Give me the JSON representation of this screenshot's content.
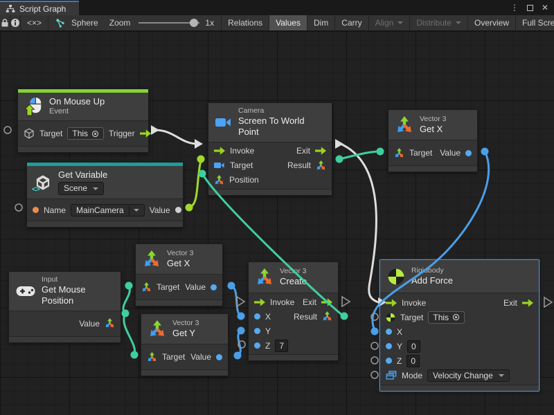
{
  "window": {
    "tab": "Script Graph"
  },
  "toolbar": {
    "inspector_glyph": "<×>",
    "sphere": "Sphere",
    "zoom": "Zoom",
    "zoom_level": "1x",
    "relations": "Relations",
    "values": "Values",
    "dim": "Dim",
    "carry": "Carry",
    "align": "Align",
    "distribute": "Distribute",
    "overview": "Overview",
    "full_screen": "Full Screen"
  },
  "nodes": {
    "on_mouse_up": {
      "title": "On Mouse Up",
      "subtitle": "Event",
      "target": "Target",
      "target_value": "This",
      "trigger": "Trigger"
    },
    "get_variable": {
      "title": "Get Variable",
      "kind": "Scene",
      "name": "Name",
      "name_value": "MainCamera",
      "value": "Value"
    },
    "screen_to_world": {
      "category": "Camera",
      "title": "Screen To World Point",
      "invoke": "Invoke",
      "exit": "Exit",
      "target": "Target",
      "result": "Result",
      "position": "Position"
    },
    "get_x_right": {
      "category": "Vector 3",
      "title": "Get X",
      "target": "Target",
      "value": "Value"
    },
    "get_x_mid": {
      "category": "Vector 3",
      "title": "Get X",
      "target": "Target",
      "value": "Value"
    },
    "get_y": {
      "category": "Vector 3",
      "title": "Get Y",
      "target": "Target",
      "value": "Value"
    },
    "get_mouse_position": {
      "category": "Input",
      "title": "Get Mouse Position",
      "value": "Value"
    },
    "create_vector3": {
      "category": "Vector 3",
      "title": "Create",
      "invoke": "Invoke",
      "exit": "Exit",
      "x": "X",
      "result": "Result",
      "y": "Y",
      "z": "Z",
      "z_value": "7"
    },
    "add_force": {
      "category": "Rigidbody",
      "title": "Add Force",
      "invoke": "Invoke",
      "exit": "Exit",
      "target": "Target",
      "target_value": "This",
      "x": "X",
      "y": "Y",
      "y_value": "0",
      "z": "Z",
      "z_value": "0",
      "mode": "Mode",
      "mode_value": "Velocity Change"
    }
  },
  "colors": {
    "flow_lime": "#9bd522",
    "wire_white": "#dedede",
    "wire_teal": "#3fcf9e",
    "wire_blue": "#4a9fe8",
    "wire_lime": "#a2d92a",
    "event_bar": "#84d435",
    "variable_bar": "#1d9e99",
    "selection": "#4a86c8",
    "port_blue": "#55aaf0",
    "port_orange": "#ef8b4f"
  }
}
